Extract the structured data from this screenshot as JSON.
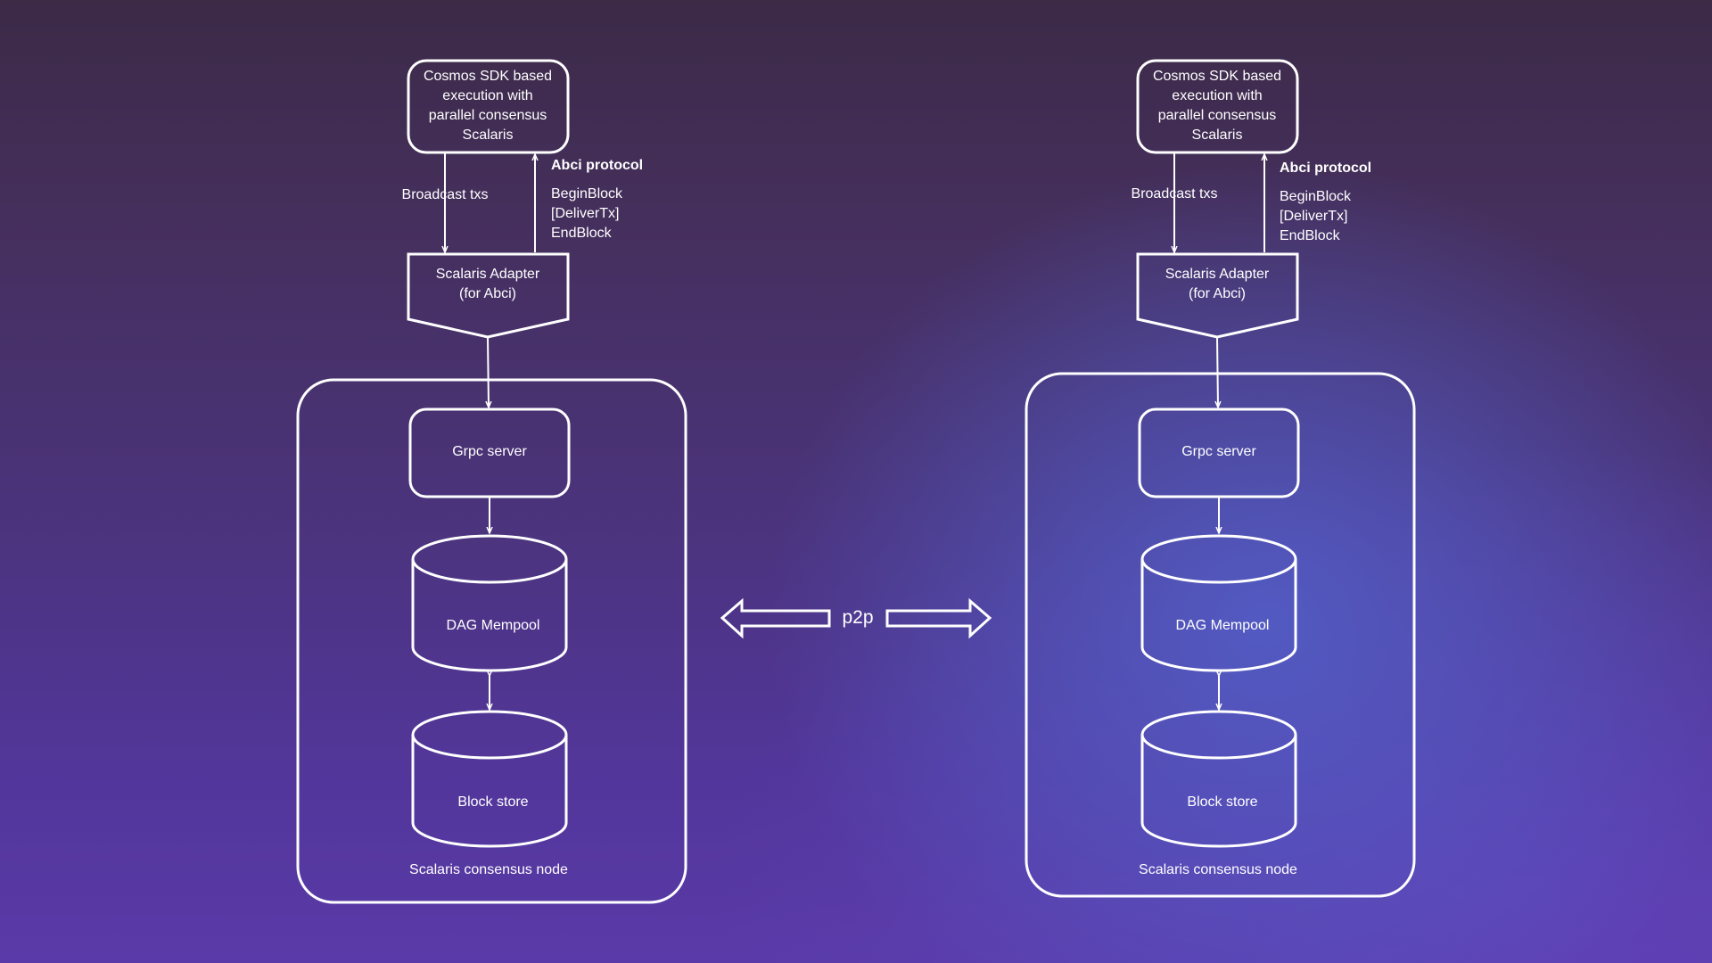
{
  "nodes": [
    {
      "cosmos_box": "Cosmos SDK based\nexecution with\nparallel consensus\nScalaris",
      "broadcast_label": "Broadcast txs",
      "abci_title": "Abci protocol",
      "abci_steps": [
        "BeginBlock",
        "[DeliverTx]",
        "EndBlock"
      ],
      "adapter": "Scalaris Adapter\n(for Abci)",
      "grpc": "Grpc server",
      "mempool": "DAG Mempool",
      "blockstore": "Block store",
      "node_label": "Scalaris consensus node"
    },
    {
      "cosmos_box": "Cosmos SDK based\nexecution with\nparallel consensus\nScalaris",
      "broadcast_label": "Broadcast txs",
      "abci_title": "Abci protocol",
      "abci_steps": [
        "BeginBlock",
        "[DeliverTx]",
        "EndBlock"
      ],
      "adapter": "Scalaris Adapter\n(for Abci)",
      "grpc": "Grpc server",
      "mempool": "DAG Mempool",
      "blockstore": "Block store",
      "node_label": "Scalaris consensus node"
    }
  ],
  "p2p_label": "p2p",
  "colors": {
    "stroke": "#ffffff",
    "background_top": "#3c2a47",
    "background_bottom": "#5a3aa8",
    "glow": "#525cc4"
  }
}
